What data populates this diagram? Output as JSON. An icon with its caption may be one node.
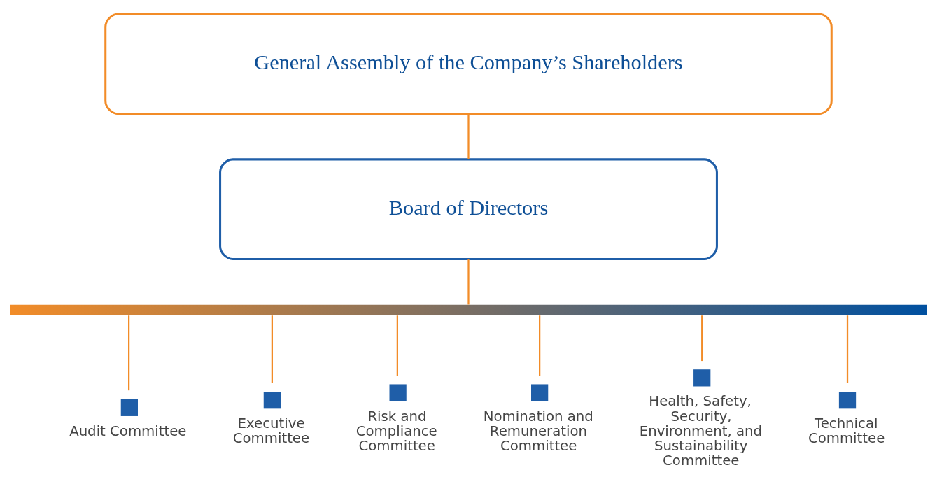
{
  "diagram": {
    "nodes": [
      {
        "text": [
          "General Assembly of the Company’s Shareholders"
        ]
      },
      {
        "text": [
          "Board of Directors"
        ]
      },
      {
        "text": [],
        "shape": "bar"
      },
      {
        "text": [
          "Audit Committee"
        ]
      },
      {
        "text": [
          "Executive Committee"
        ]
      },
      {
        "text": [
          "Risk and Compliance Committee"
        ]
      },
      {
        "text": [
          "Nomination and Remuneration Committee"
        ]
      },
      {
        "text": [
          "Health, Safety, Security, Environment, and Sustainability Committee"
        ]
      },
      {
        "text": [
          "Technical Committee"
        ]
      }
    ],
    "edges": [
      {
        "from": 0,
        "to": 1,
        "arrow": "none"
      },
      {
        "from": 1,
        "to": 2,
        "arrow": "none"
      },
      {
        "from": 2,
        "to": 3,
        "arrow": "none"
      },
      {
        "from": 2,
        "to": 4,
        "arrow": "none"
      },
      {
        "from": 2,
        "to": 5,
        "arrow": "none"
      },
      {
        "from": 2,
        "to": 6,
        "arrow": "none"
      },
      {
        "from": 2,
        "to": 7,
        "arrow": "none"
      },
      {
        "from": 2,
        "to": 8,
        "arrow": "none"
      }
    ]
  }
}
